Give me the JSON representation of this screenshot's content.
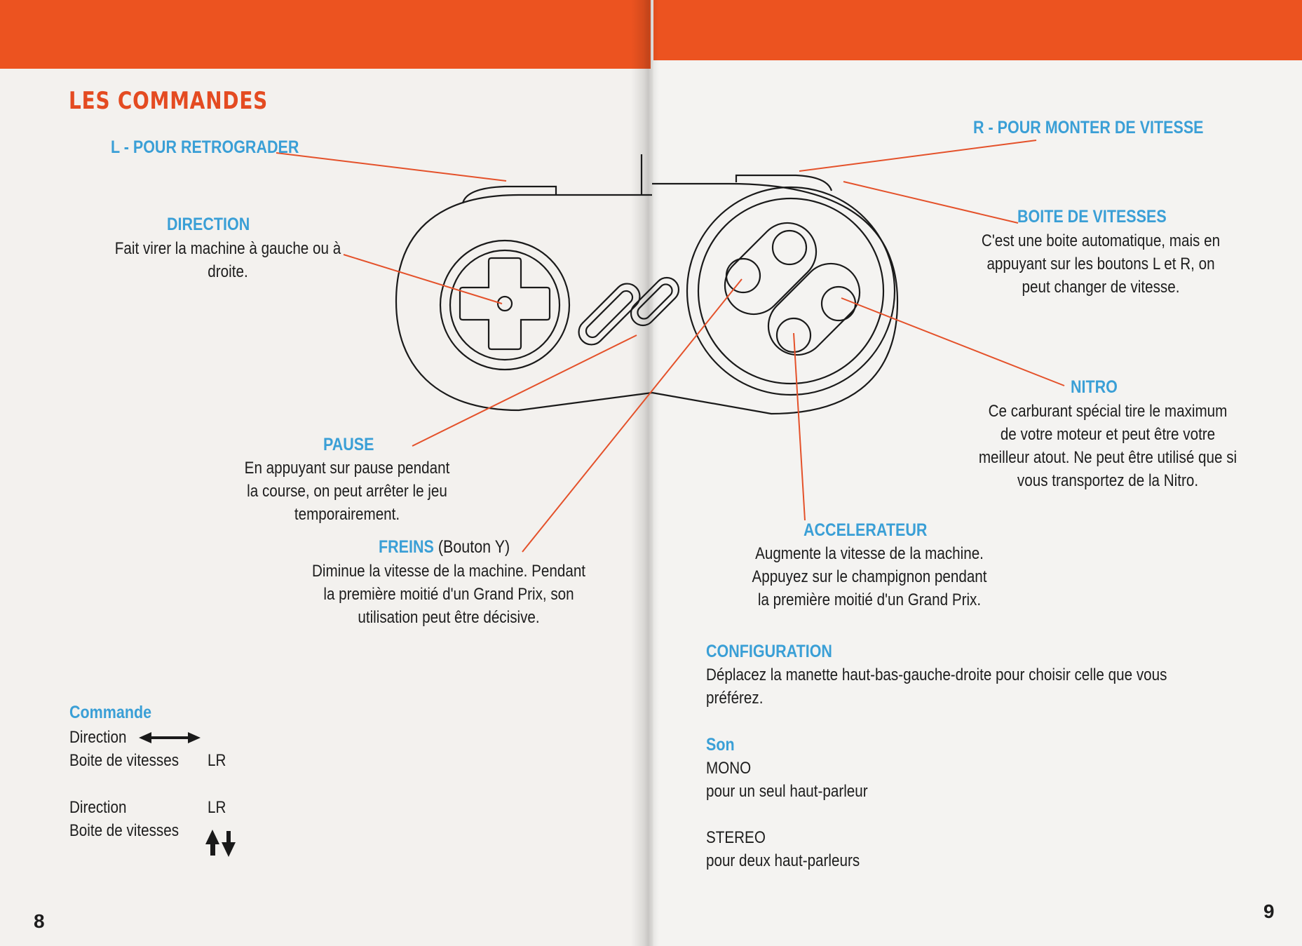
{
  "colors": {
    "band": "#ec5320",
    "title": "#e44b21",
    "label": "#3a9fd6",
    "line": "#e4512a"
  },
  "left_page": {
    "title": "LES COMMANDES",
    "l_button": {
      "label": "L - POUR RETROGRADER"
    },
    "direction": {
      "label": "DIRECTION",
      "lines": [
        "Fait virer la machine à gauche ou à",
        "droite."
      ]
    },
    "pause": {
      "label": "PAUSE",
      "lines": [
        "En appuyant sur pause pendant",
        "la course, on peut arrêter le jeu",
        "temporairement."
      ]
    },
    "freins": {
      "label": "FREINS",
      "suffix": " (Bouton Y)",
      "lines": [
        "Diminue la vitesse de la machine. Pendant",
        "la première moitié d'un Grand  Prix, son",
        "utilisation peut être décisive."
      ]
    },
    "commande": {
      "label": "Commande",
      "config1": {
        "direction": "Direction",
        "direction_icon": "left-right-arrow-icon",
        "gearbox": "Boite de vitesses",
        "gearbox_value": "LR"
      },
      "config2": {
        "direction": "Direction",
        "direction_value": "LR",
        "gearbox": "Boite de vitesses",
        "gearbox_icon": "up-down-arrows-icon"
      }
    },
    "page_number": "8"
  },
  "right_page": {
    "r_button": {
      "label": "R - POUR MONTER DE VITESSE"
    },
    "boite": {
      "label": "BOITE DE VITESSES",
      "lines": [
        "C'est une boite automatique, mais en",
        "appuyant sur les boutons L et R, on",
        "peut changer de vitesse."
      ]
    },
    "nitro": {
      "label": "NITRO",
      "lines": [
        "Ce carburant spécial tire le maximum",
        "de votre moteur et peut être votre",
        "meilleur atout. Ne peut être utilisé que si",
        "vous transportez de la Nitro."
      ]
    },
    "accelerateur": {
      "label": "ACCELERATEUR",
      "lines": [
        "Augmente la vitesse de la machine.",
        "Appuyez sur le champignon pendant",
        "la  première moitié d'un Grand Prix."
      ]
    },
    "configuration": {
      "label": "CONFIGURATION",
      "lines": [
        "Déplacez la manette haut-bas-gauche-droite pour choisir celle que vous",
        "préférez."
      ]
    },
    "son": {
      "label": "Son",
      "mono": "MONO",
      "mono_desc": "pour un seul haut-parleur",
      "stereo": "STEREO",
      "stereo_desc": "pour deux haut-parleurs"
    },
    "page_number": "9"
  }
}
